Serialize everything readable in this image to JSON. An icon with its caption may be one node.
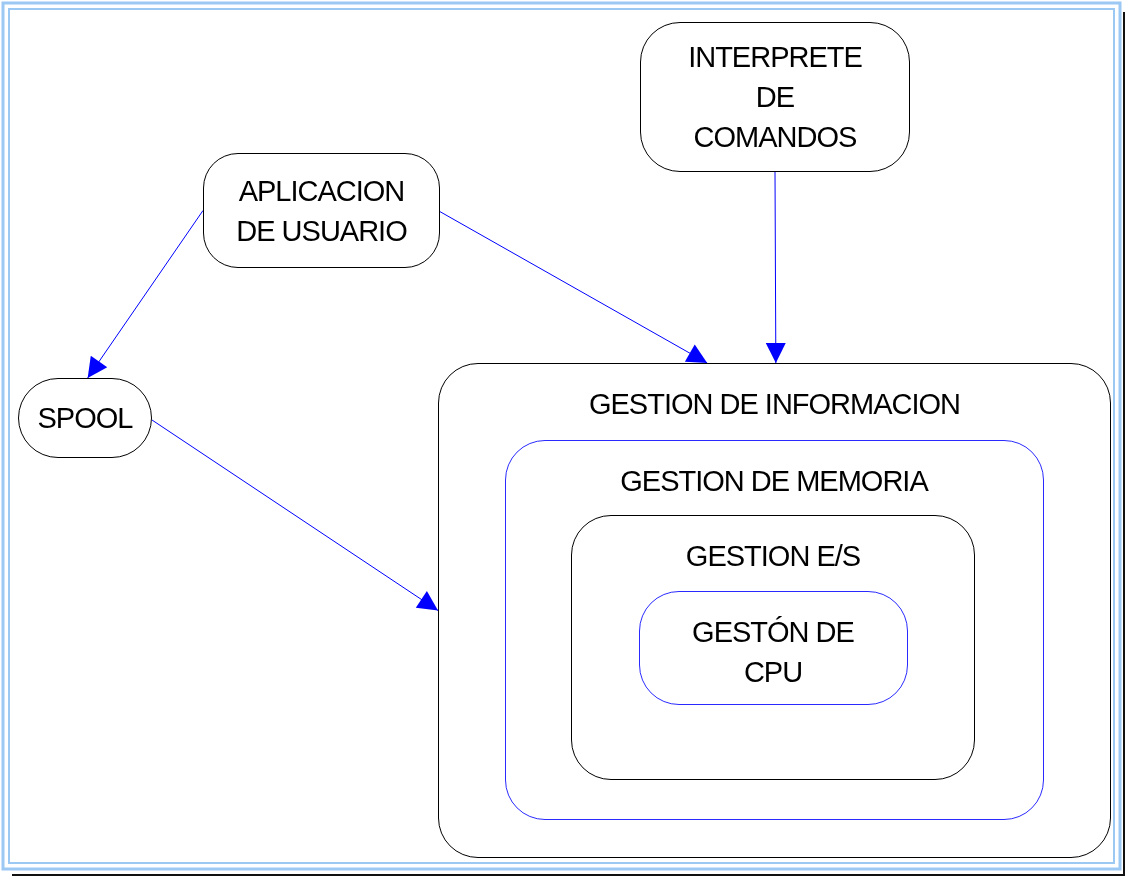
{
  "diagram": {
    "nodes": [
      {
        "text": [
          "INTERPRETE DE COMANDOS"
        ]
      },
      {
        "text": [
          "APLICACION DE USUARIO"
        ]
      },
      {
        "text": [
          "SPOOL"
        ]
      },
      {
        "text": [
          "GESTION DE INFORMACION"
        ]
      },
      {
        "text": [
          "GESTION DE MEMORIA"
        ],
        "in": 3
      },
      {
        "text": [
          "GESTION E/S"
        ],
        "in": 4
      },
      {
        "text": [
          "GESTÓN DE CPU"
        ],
        "in": 5
      }
    ],
    "edges": [
      {
        "from": 1,
        "to": 2,
        "arrow": "to"
      },
      {
        "from": 1,
        "to": 3,
        "arrow": "to"
      },
      {
        "from": 0,
        "to": 3,
        "arrow": "to"
      },
      {
        "from": 2,
        "to": 3,
        "arrow": "to"
      }
    ]
  }
}
